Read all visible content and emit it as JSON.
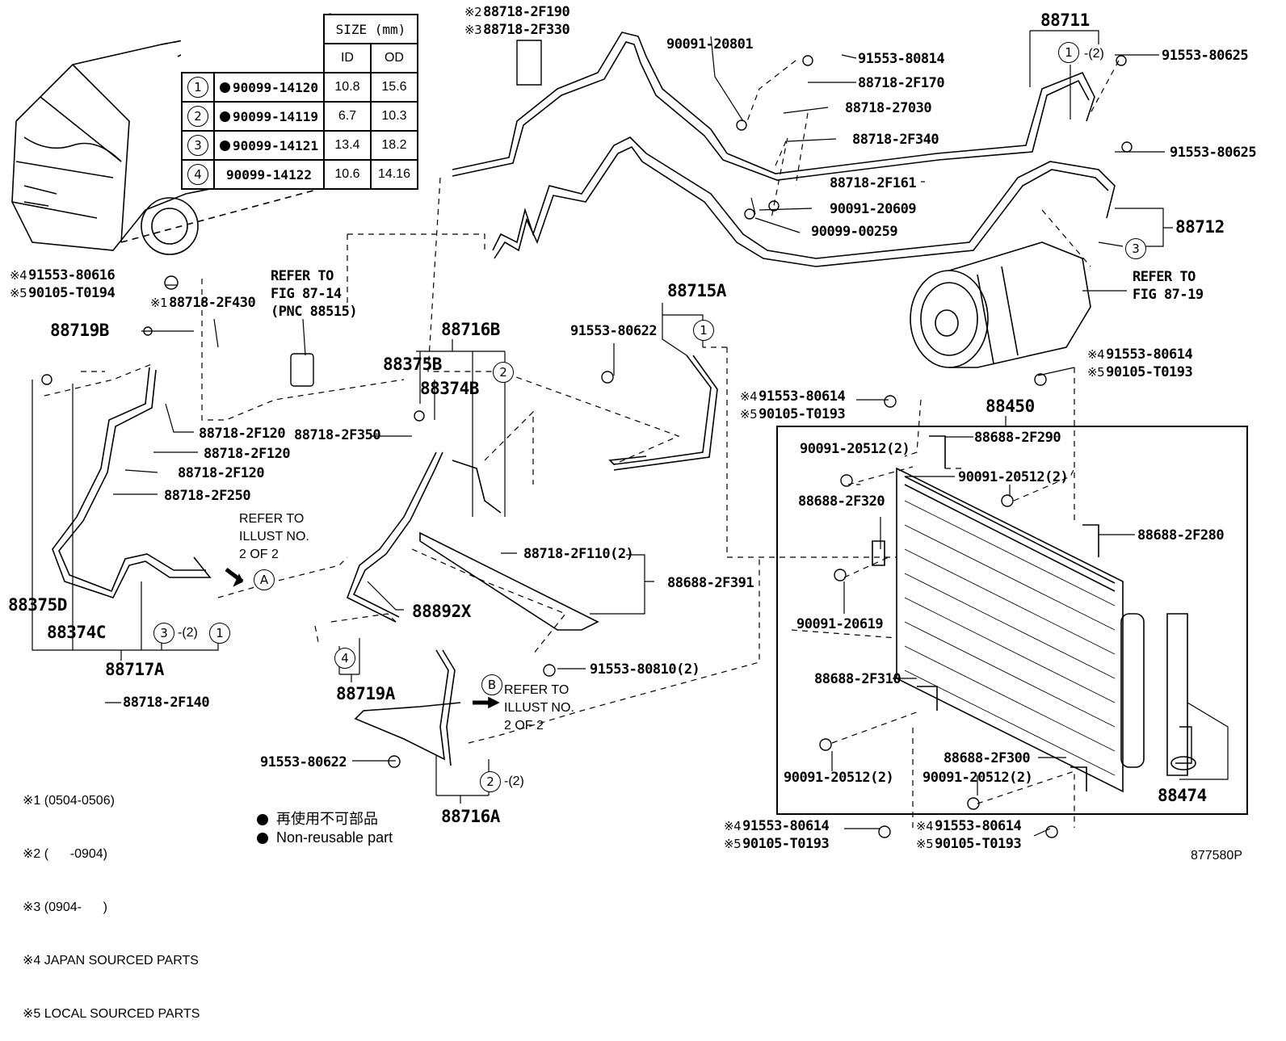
{
  "figure_id": "877580P",
  "size_table": {
    "header_size": "SIZE (mm)",
    "header_id": "ID",
    "header_od": "OD",
    "rows": [
      {
        "ref": "1",
        "part": "90099-14120",
        "non_reusable": true,
        "id": "10.8",
        "od": "15.6"
      },
      {
        "ref": "2",
        "part": "90099-14119",
        "non_reusable": true,
        "id": "6.7",
        "od": "10.3"
      },
      {
        "ref": "3",
        "part": "90099-14121",
        "non_reusable": true,
        "id": "13.4",
        "od": "18.2"
      },
      {
        "ref": "4",
        "part": "90099-14122",
        "non_reusable": false,
        "id": "10.6",
        "od": "14.16"
      }
    ]
  },
  "labels": {
    "p_2f190": {
      "mark": "※2",
      "part": "88718-2F190"
    },
    "p_2f330": {
      "mark": "※3",
      "part": "88718-2F330"
    },
    "p_20801": "90091-20801",
    "p_80814": "91553-80814",
    "p_2f170": "88718-2F170",
    "p_27030": "88718-27030",
    "p_2f340": "88718-2F340",
    "p_2f161": "88718-2F161",
    "p_20609": "90091-20609",
    "p_00259": "90099-00259",
    "p_88711": "88711",
    "p_88711_qty": "-(2)",
    "p_80625a": "91553-80625",
    "p_80625b": "91553-80625",
    "p_88712": "88712",
    "refer_87_19": [
      "REFER TO",
      "FIG 87-19"
    ],
    "p_80616": {
      "mark": "※4",
      "part": "91553-80616"
    },
    "p_t0194": {
      "mark": "※5",
      "part": "90105-T0194"
    },
    "p_2f430": {
      "mark": "※1",
      "part": "88718-2F430"
    },
    "refer_87_14": [
      "REFER TO",
      "FIG 87-14",
      "(PNC 88515)"
    ],
    "p_88719b": "88719B",
    "p_2f120a": "88718-2F120",
    "p_2f120b": "88718-2F120",
    "p_2f120c": "88718-2F120",
    "p_2f250": "88718-2F250",
    "refer_illust_a": [
      "REFER TO",
      "ILLUST NO.",
      "2 OF 2"
    ],
    "p_88375d": "88375D",
    "p_88374c": "88374C",
    "p_88717a": "88717A",
    "p_88717a_qty": "-(2)",
    "p_2f140": "88718-2F140",
    "p_88716b": "88716B",
    "p_88375b": "88375B",
    "p_88374b": "88374B",
    "p_2f350": "88718-2F350",
    "p_88715a": "88715A",
    "p_80622a": "91553-80622",
    "p_2f110": "88718-2F110(2)",
    "p_2f391": "88688-2F391",
    "p_88892x": "88892X",
    "p_80810": "91553-80810(2)",
    "p_88719a": "88719A",
    "refer_illust_b": [
      "REFER TO",
      "ILLUST NO.",
      "2 OF 2"
    ],
    "p_80622b": "91553-80622",
    "p_88716a": "88716A",
    "p_88716a_qty": "-(2)",
    "p_80614_top": {
      "mark4": "※4",
      "part4": "91553-80614",
      "mark5": "※5",
      "part5": "90105-T0193"
    },
    "p_80614_left": {
      "mark4": "※4",
      "part4": "91553-80614",
      "mark5": "※5",
      "part5": "90105-T0193"
    },
    "p_80614_bl": {
      "mark4": "※4",
      "part4": "91553-80614",
      "mark5": "※5",
      "part5": "90105-T0193"
    },
    "p_80614_br": {
      "mark4": "※4",
      "part4": "91553-80614",
      "mark5": "※5",
      "part5": "90105-T0193"
    },
    "p_88450": "88450",
    "p_20512a": "90091-20512(2)",
    "p_2f290": "88688-2F290",
    "p_20512b": "90091-20512(2)",
    "p_2f320": "88688-2F320",
    "p_2f280": "88688-2F280",
    "p_20619": "90091-20619",
    "p_2f310": "88688-2F310",
    "p_20512c": "90091-20512(2)",
    "p_2f300": "88688-2F300",
    "p_20512d": "90091-20512(2)",
    "p_88474": "88474"
  },
  "callout_refs": {
    "A": "A",
    "B": "B",
    "c1": "1",
    "c2": "2",
    "c3": "3",
    "c4": "4"
  },
  "notes": [
    "※1 (0504-0506)",
    "※2 (      -0904)",
    "※3 (0904-      )",
    "※4 JAPAN SOURCED PARTS",
    "※5 LOCAL SOURCED PARTS"
  ],
  "legend": {
    "jp": "再使用不可部品",
    "en": "Non-reusable part"
  }
}
